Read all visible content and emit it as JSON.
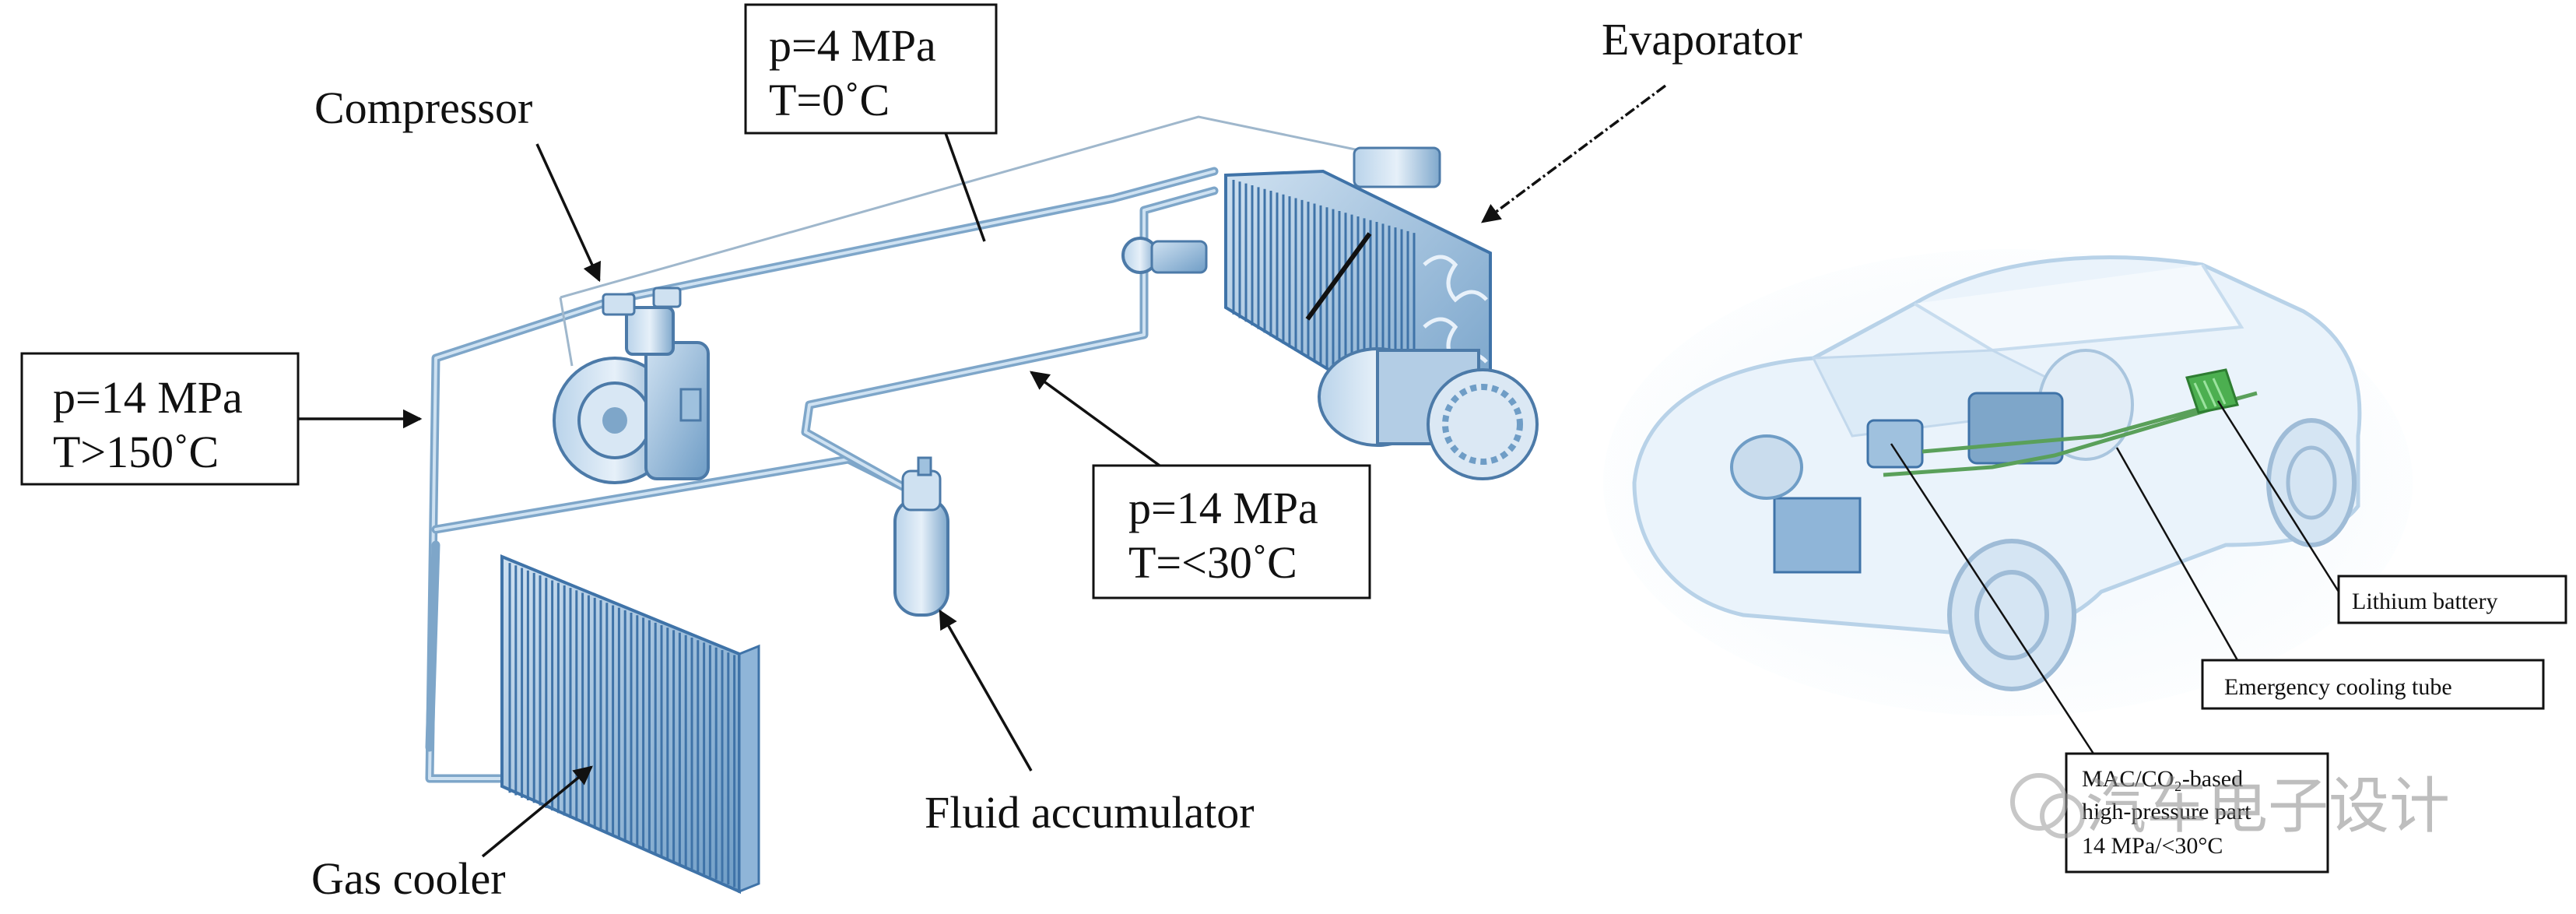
{
  "labels": {
    "compressor": "Compressor",
    "evaporator": "Evaporator",
    "fluid_accumulator": "Fluid accumulator",
    "gas_cooler": "Gas cooler"
  },
  "conditions": {
    "compressor_outlet": {
      "pressure": "p=14 MPa",
      "temperature": "T>150˚C"
    },
    "low_pressure_line": {
      "pressure": "p=4 MPa",
      "temperature": "T=0˚C"
    },
    "high_pressure_line": {
      "pressure": "p=14 MPa",
      "temperature": "T=<30˚C"
    }
  },
  "car_callouts": {
    "lithium_battery": "Lithium battery",
    "emergency_cooling_tube": "Emergency cooling tube",
    "mac_line1": "MAC/CO₂-based",
    "mac_line2": "high-pressure part",
    "mac_line3": "14 MPa/<30°C"
  },
  "watermark": "汽车电子设计",
  "colors": {
    "component_blue": "#7ea6c9",
    "component_dark": "#3f73a8",
    "battery_green": "#4caf50",
    "outline": "#111111"
  }
}
